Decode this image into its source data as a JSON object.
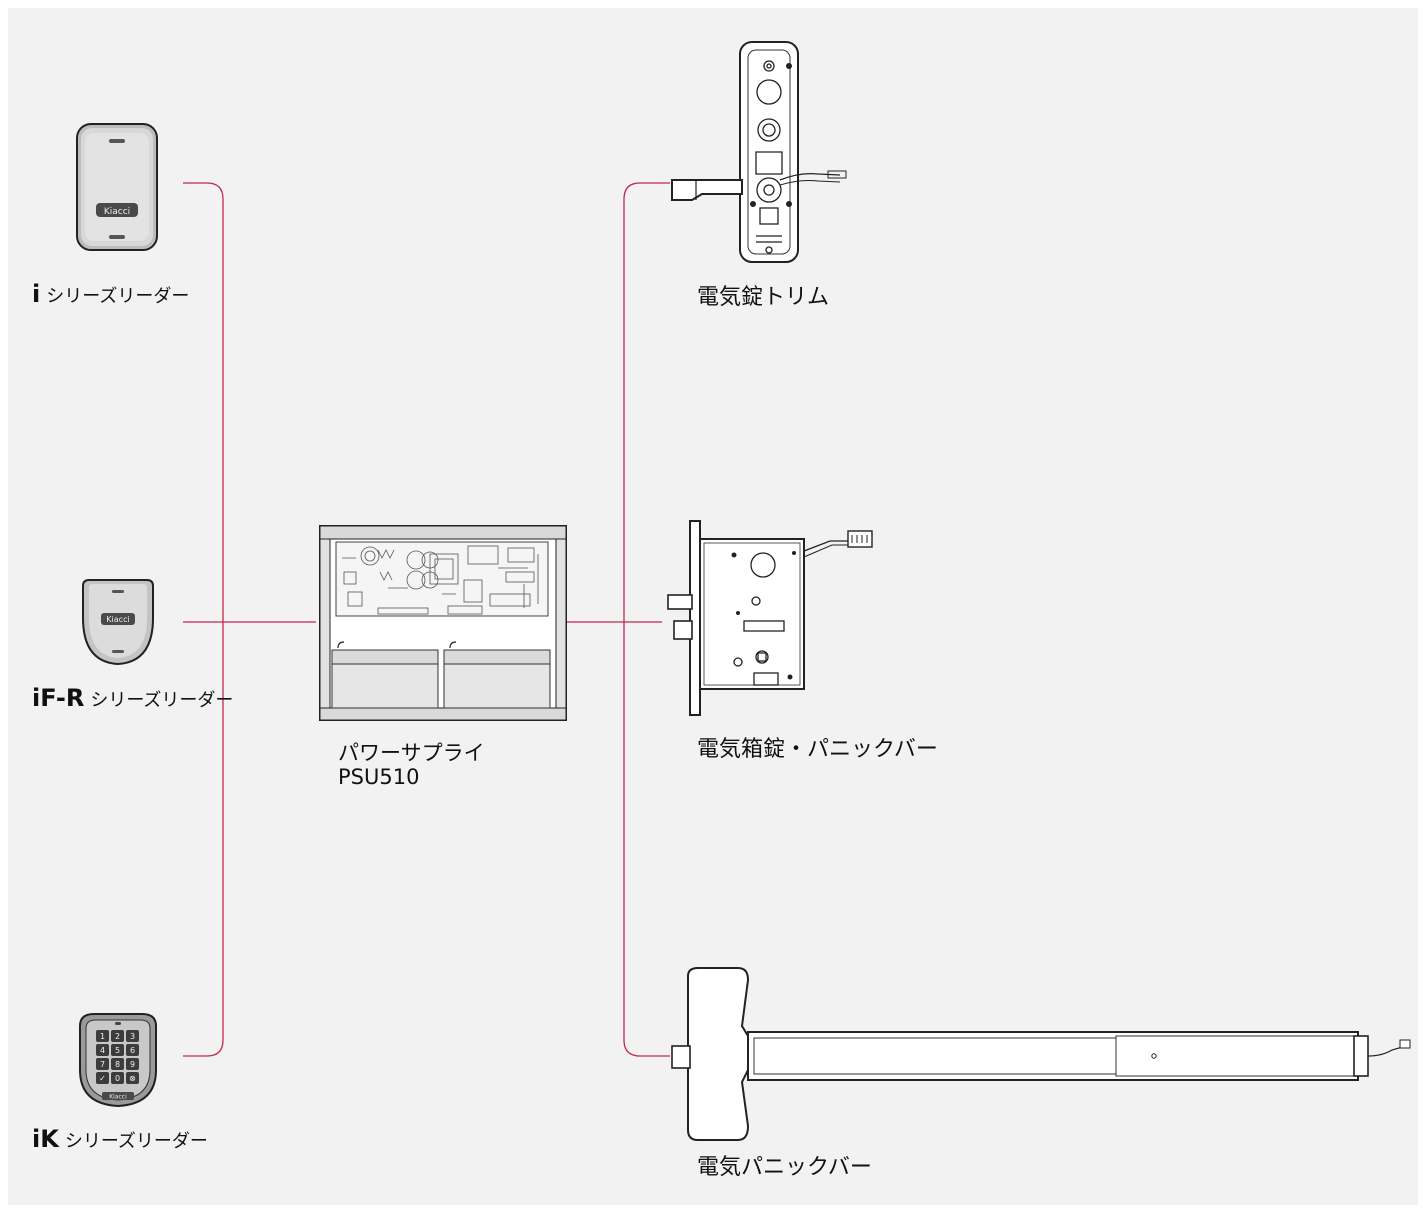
{
  "colors": {
    "wire": "#c2284d",
    "background": "#f2f2f2",
    "device_stroke": "#222222"
  },
  "readers": [
    {
      "prefix": "i",
      "suffix": "シリーズリーダー",
      "icon": "card-reader-icon",
      "brand": "Kiacci"
    },
    {
      "prefix": "iF-R",
      "suffix": "シリーズリーダー",
      "icon": "fingerprint-reader-icon",
      "brand": "Kiacci"
    },
    {
      "prefix": "iK",
      "suffix": "シリーズリーダー",
      "icon": "keypad-reader-icon",
      "brand": "Kiacci"
    }
  ],
  "psu": {
    "line1": "パワーサプライ",
    "line2": "PSU510",
    "icon": "power-supply-icon"
  },
  "locks": [
    {
      "label": "電気錠トリム",
      "icon": "electric-trim-icon"
    },
    {
      "label": "電気箱錠・パニックバー",
      "icon": "mortise-lock-icon"
    },
    {
      "label": "電気パニックバー",
      "icon": "panic-bar-icon"
    }
  ],
  "keypad": {
    "keys": [
      "1",
      "2",
      "3",
      "4",
      "5",
      "6",
      "7",
      "8",
      "9",
      "✓",
      "0",
      "⊗"
    ]
  }
}
